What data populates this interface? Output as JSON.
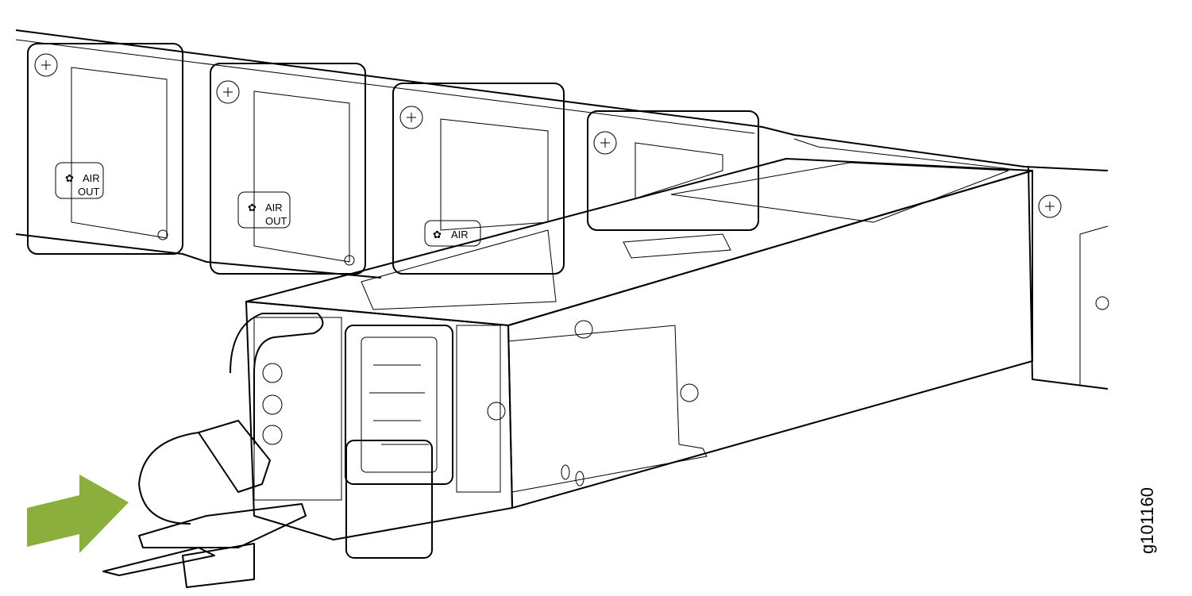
{
  "figure": {
    "id_label": "g101160",
    "arrow_color": "#8cae3c",
    "fan_labels": [
      {
        "line1": "AIR",
        "line2": "OUT"
      },
      {
        "line1": "AIR",
        "line2": "OUT"
      },
      {
        "line1": "AIR",
        "line2": ""
      }
    ]
  }
}
